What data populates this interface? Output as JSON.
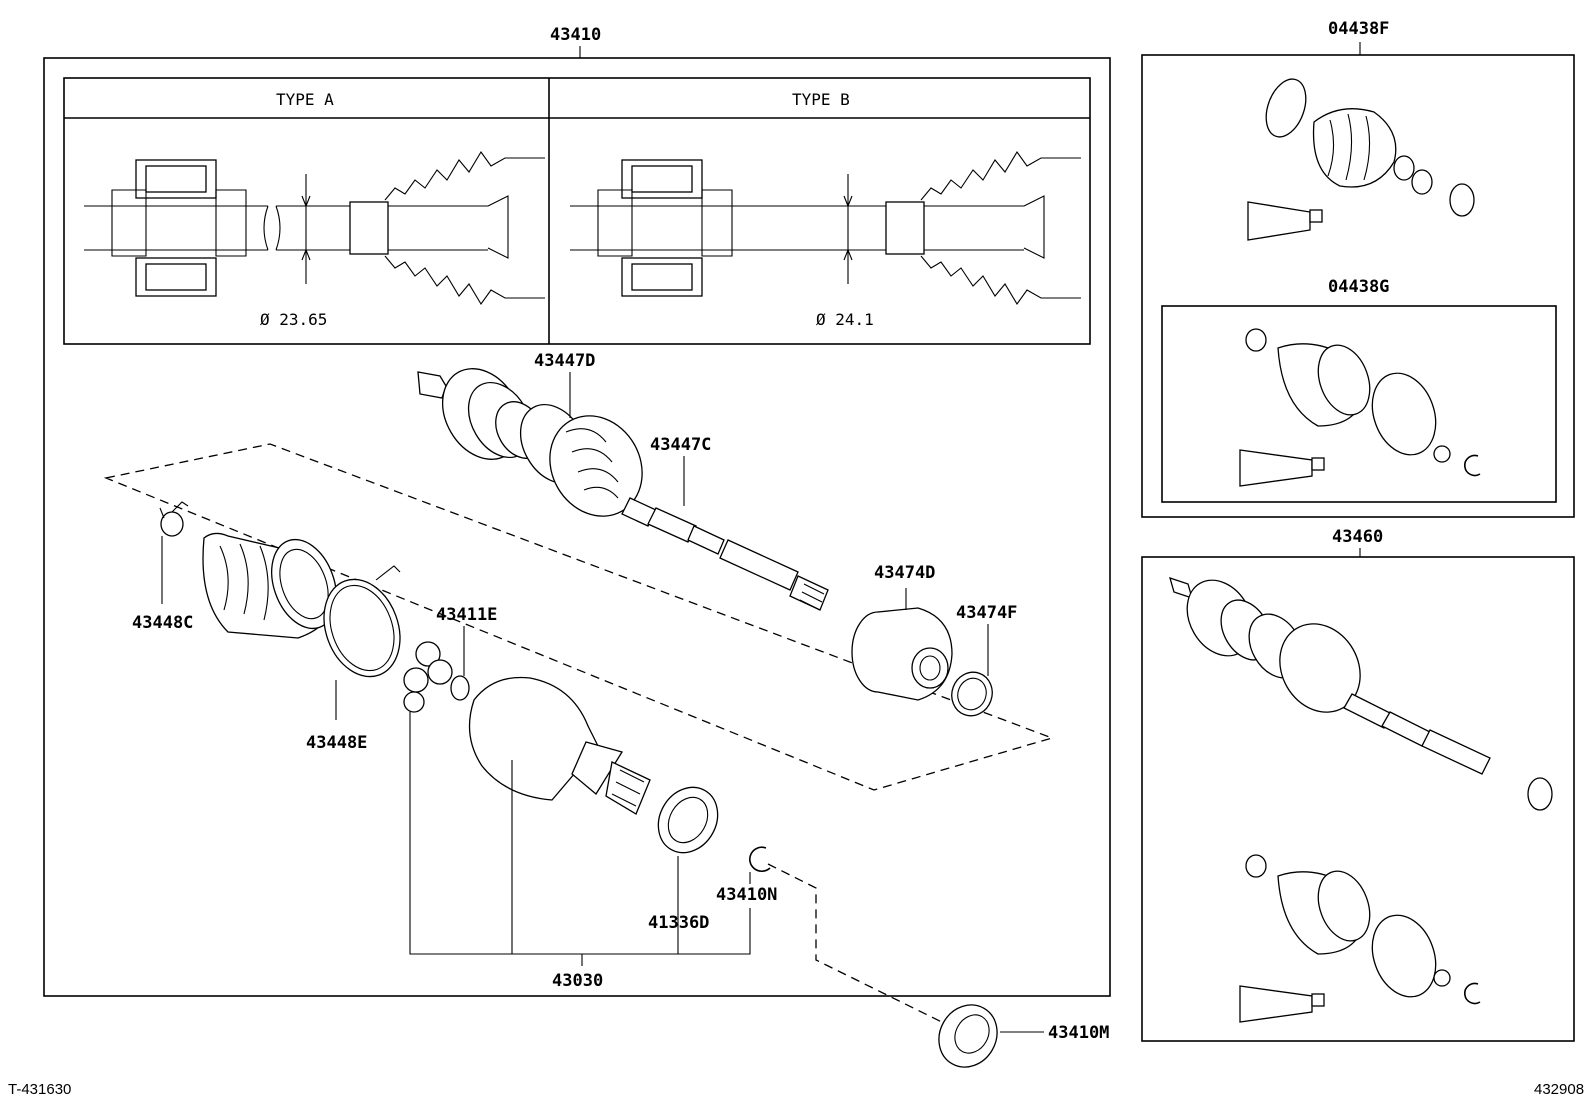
{
  "diagram": {
    "assembly_label": "43410",
    "inset": {
      "type_a": "TYPE A",
      "type_b": "TYPE B",
      "dia_a": "Ø 23.65",
      "dia_b": "Ø 24.1"
    },
    "labels": {
      "p43447D": "43447D",
      "p43447C": "43447C",
      "p43448C": "43448C",
      "p43411E": "43411E",
      "p43474D": "43474D",
      "p43474F": "43474F",
      "p43448E": "43448E",
      "p43410N": "43410N",
      "p41336D": "41336D",
      "p43030": "43030",
      "p43410M": "43410M"
    },
    "kits": {
      "k04438F": "04438F",
      "k04438G": "04438G",
      "k43460": "43460"
    },
    "footer": {
      "left": "T-431630",
      "right": "432908"
    }
  }
}
